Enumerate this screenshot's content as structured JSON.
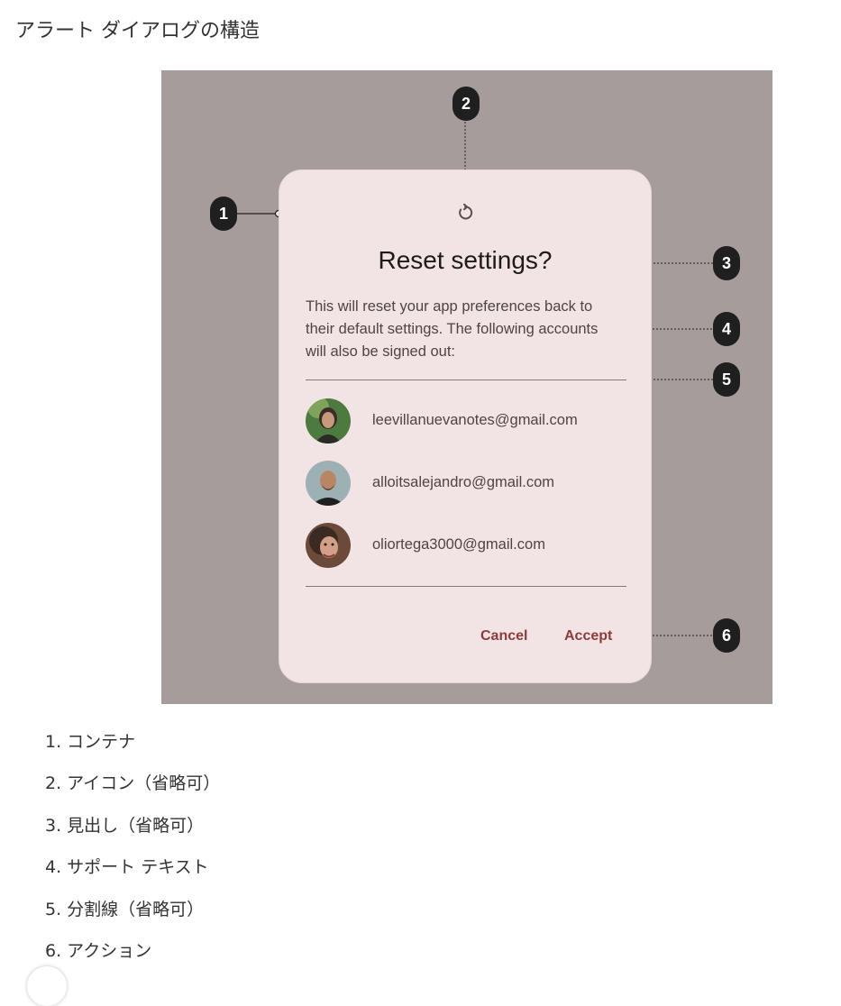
{
  "page": {
    "title": "アラート ダイアログの構造"
  },
  "dialog": {
    "icon": "reset-icon",
    "title": "Reset settings?",
    "support_text": "This will reset your app preferences back to their default settings. The following accounts will also be signed out:",
    "accounts": [
      {
        "email": "leevillanuevanotes@gmail.com",
        "avatar": "avatar"
      },
      {
        "email": "alloitsalejandro@gmail.com",
        "avatar": "avatar"
      },
      {
        "email": "oliortega3000@gmail.com",
        "avatar": "avatar"
      }
    ],
    "actions": {
      "cancel_label": "Cancel",
      "accept_label": "Accept"
    }
  },
  "callouts": [
    "1",
    "2",
    "3",
    "4",
    "5",
    "6"
  ],
  "legend": [
    "1. コンテナ",
    "2. アイコン（省略可）",
    "3. 見出し（省略可）",
    "4. サポート テキスト",
    "5. 分割線（省略可）",
    "6. アクション"
  ],
  "colors": {
    "scrim": "#a69c9c",
    "dialog_surface": "#f2e4e4",
    "action_text": "#8c3b3b",
    "callout_badge": "#1f1f1f"
  }
}
